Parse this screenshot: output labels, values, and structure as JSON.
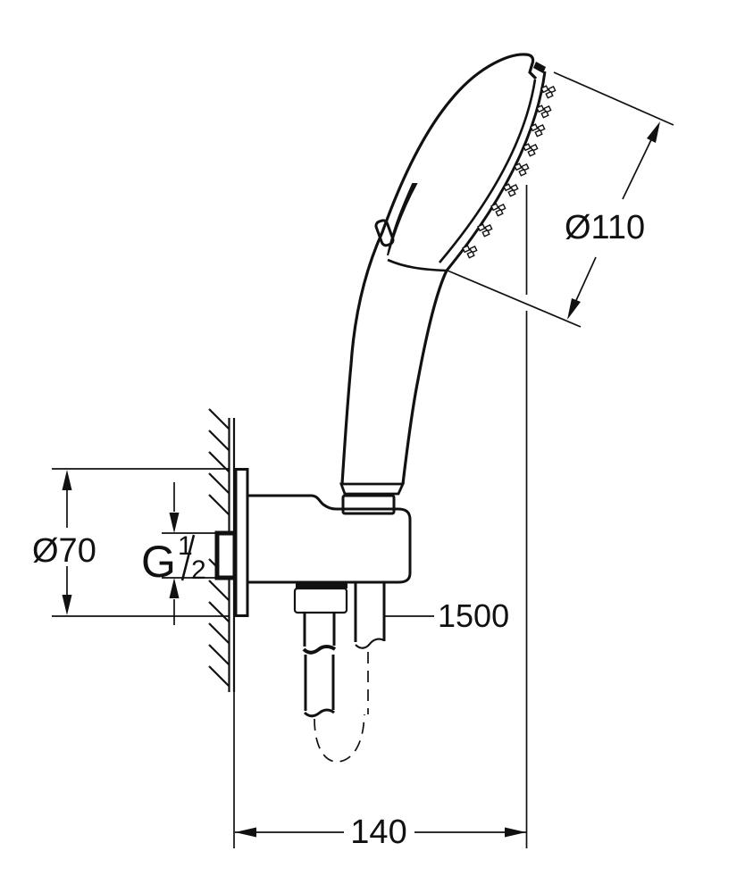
{
  "drawing": {
    "type": "technical-dimension-drawing",
    "subject": "hand shower with wall holder, hose and concealed wall union",
    "colors": {
      "line": "#111111",
      "background": "#ffffff"
    },
    "labels": {
      "head_diameter": "Ø110",
      "plate_diameter": "Ø70",
      "hose_length": "1500",
      "wall_distance": "140",
      "thread": {
        "g": "G",
        "numerator": "1",
        "slash": "/",
        "denominator": "2"
      }
    }
  }
}
